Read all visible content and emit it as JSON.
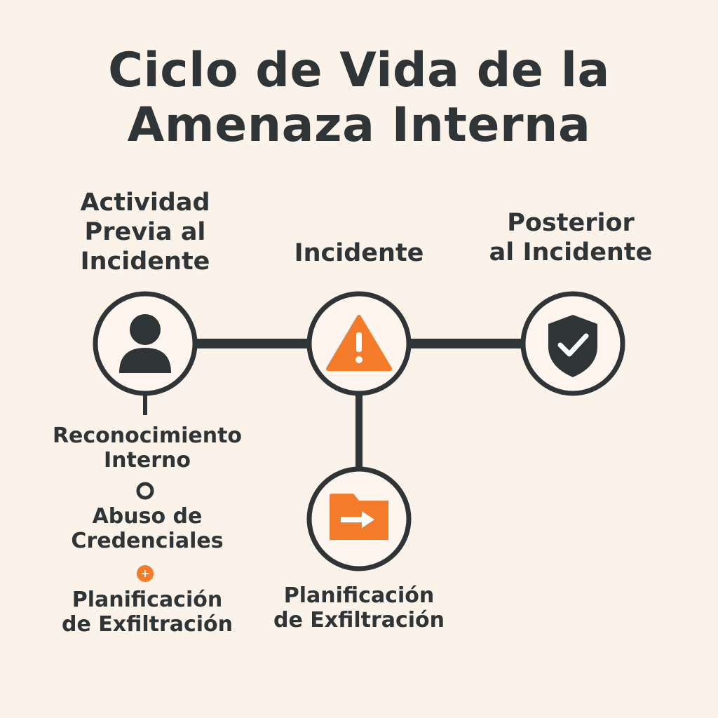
{
  "title": {
    "line1": "Ciclo de Vida de la",
    "line2": "Amenaza Interna"
  },
  "stages": {
    "pre": {
      "label_lines": [
        "Actividad",
        "Previa al",
        "Incidente"
      ],
      "icon": "person-icon"
    },
    "incident": {
      "label_lines": [
        "Incidente"
      ],
      "icon": "warning-triangle-icon"
    },
    "post": {
      "label_lines": [
        "Posterior",
        "al Incidente"
      ],
      "icon": "shield-check-icon"
    }
  },
  "pre_steps": [
    {
      "label_lines": [
        "Reconocimiento",
        "Interno"
      ]
    },
    {
      "label_lines": [
        "Abuso de",
        "Credenciales"
      ]
    },
    {
      "label_lines": [
        "Planificación",
        "de Exfiltración"
      ]
    }
  ],
  "incident_branch": {
    "label_lines": [
      "Planificación",
      "de Exfiltración"
    ],
    "icon": "folder-arrow-icon"
  },
  "colors": {
    "background": "#fbf2e9",
    "ink": "#2f3436",
    "accent": "#f47b2a",
    "circle_fill": "#fdf5ee"
  }
}
